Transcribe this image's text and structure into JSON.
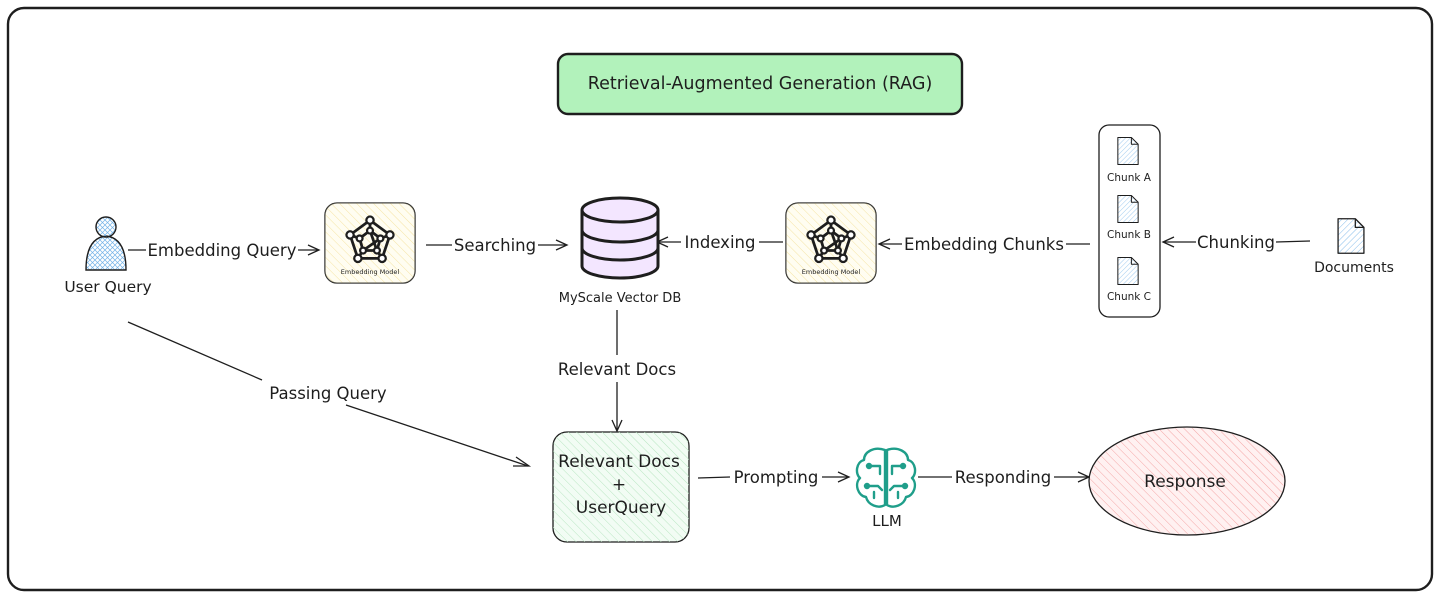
{
  "title": "Retrieval-Augmented Generation (RAG)",
  "colors": {
    "title_fill": "#b2f2bb",
    "embedding_fill": "#fff3bf",
    "db_fill": "#f3e6ff",
    "combine_fill": "#ebfbee",
    "response_fill": "#ffe3e3",
    "response_hatch": "#f4a6a6",
    "doc_fill": "#d0ebff",
    "llm_color": "#1f9e8a"
  },
  "nodes": {
    "user_query": "User Query",
    "embedding_model_left": "Embedding Model",
    "vector_db": "MyScale Vector DB",
    "embedding_model_right": "Embedding Model",
    "chunks": [
      "Chunk A",
      "Chunk B",
      "Chunk C"
    ],
    "documents": "Documents",
    "combine": {
      "line1": "Relevant Docs",
      "line2": "+",
      "line3": "UserQuery"
    },
    "llm": "LLM",
    "response": "Response"
  },
  "edges": {
    "embedding_query": "Embedding Query",
    "searching": "Searching",
    "indexing": "Indexing",
    "embedding_chunks": "Embedding Chunks",
    "chunking": "Chunking",
    "relevant_docs": "Relevant Docs",
    "passing_query": "Passing Query",
    "prompting": "Prompting",
    "responding": "Responding"
  }
}
